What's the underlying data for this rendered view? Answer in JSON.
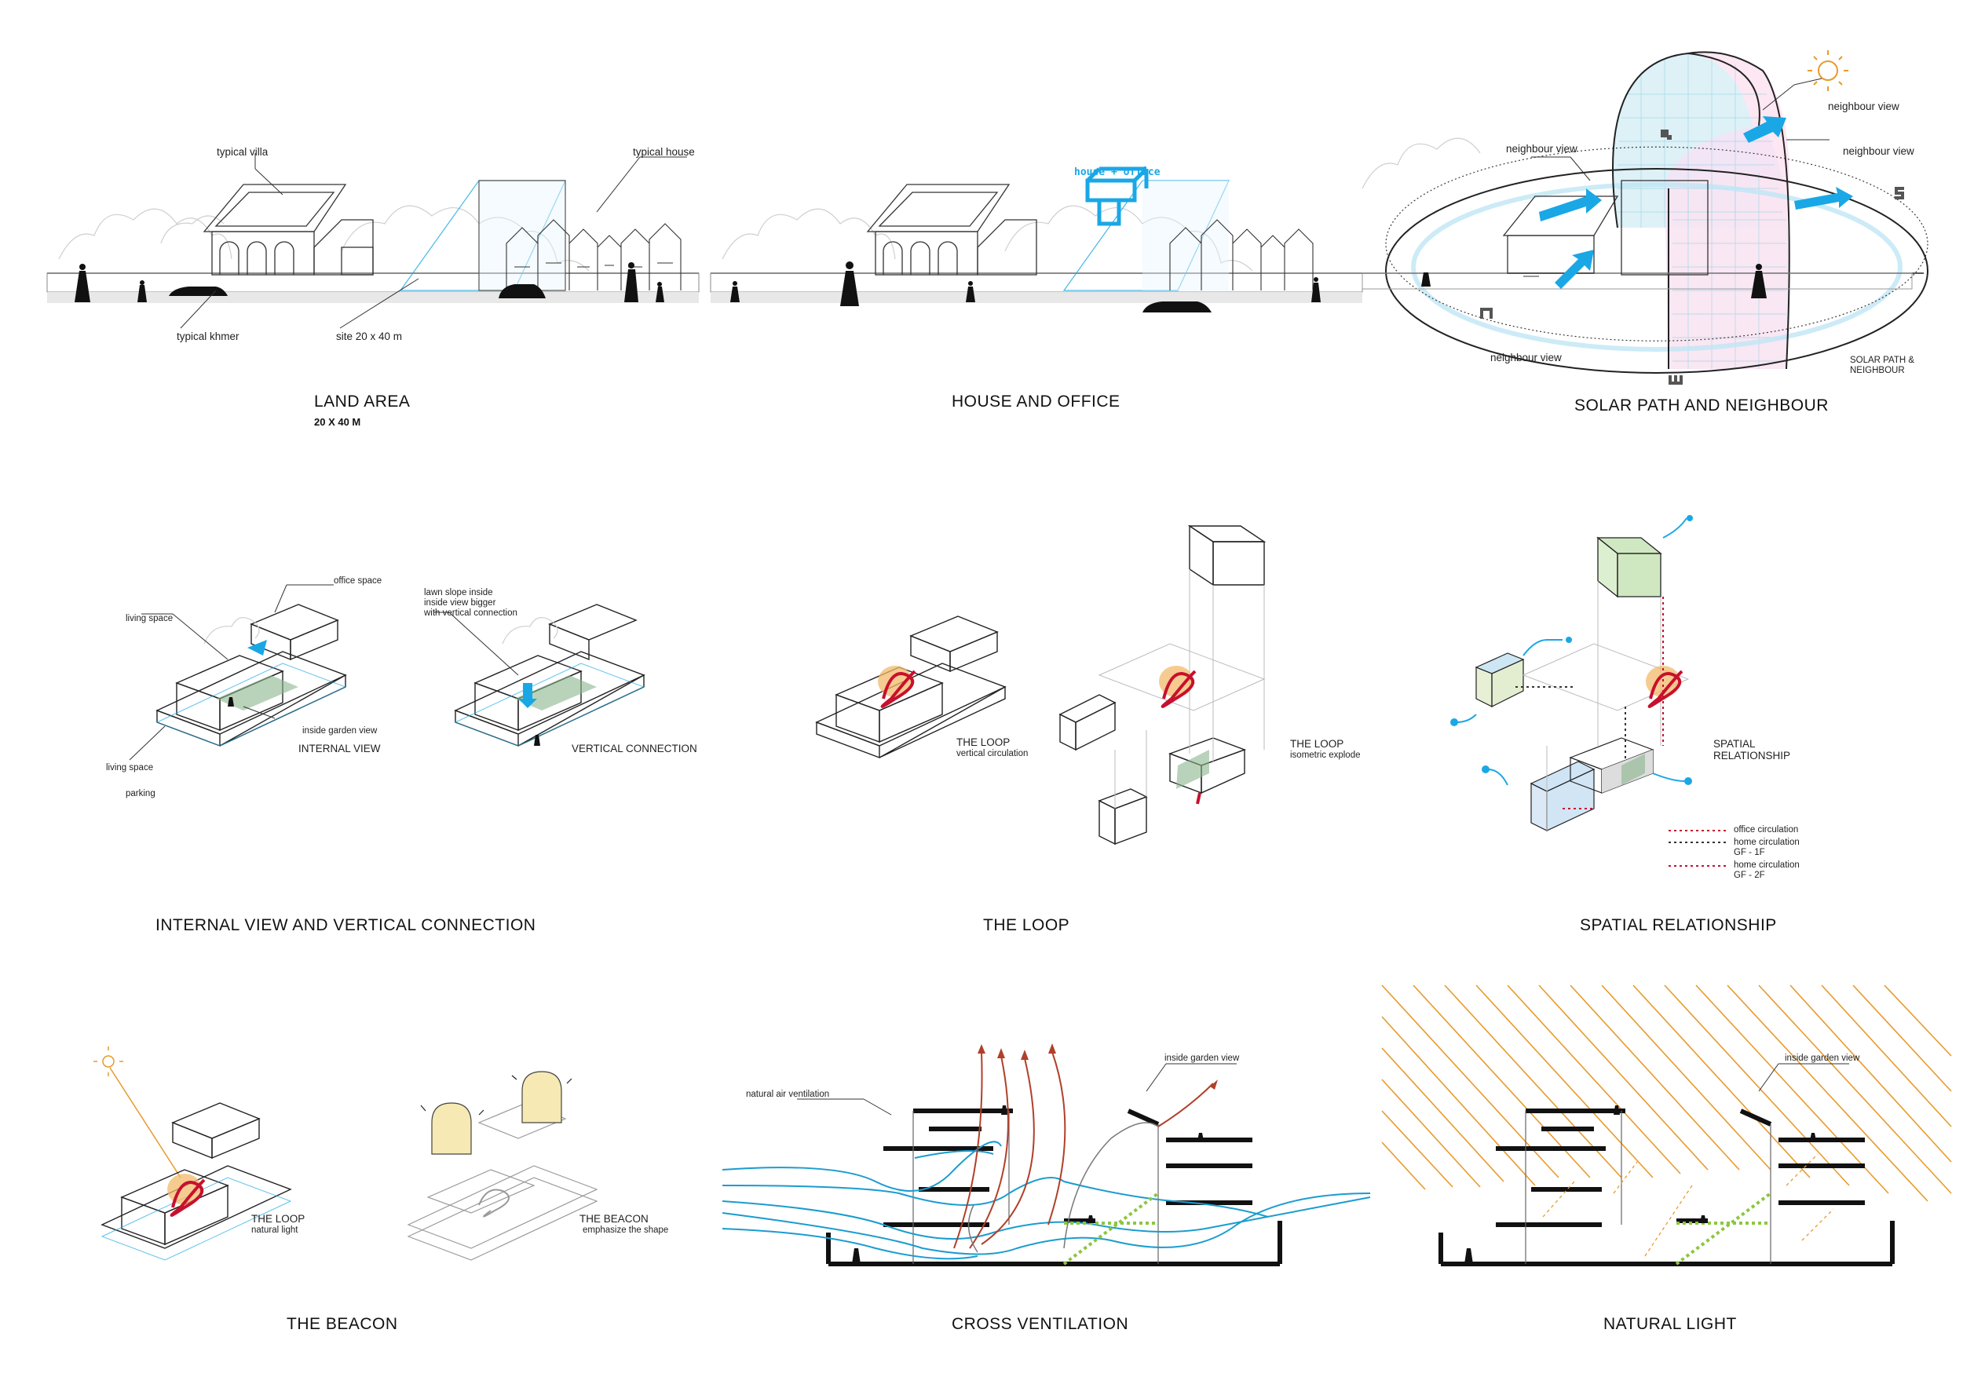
{
  "panels": {
    "land_area": {
      "title": "LAND AREA",
      "subtitle": "20 X 40 M",
      "labels": {
        "typical_villa": "typical villa",
        "typical_house": "typical house",
        "typical_khmer": "typical khmer",
        "site": "site 20 x 40 m"
      }
    },
    "house_office": {
      "title": "HOUSE AND OFFICE",
      "tag": "house + office"
    },
    "solar_path": {
      "title": "SOLAR PATH AND NEIGHBOUR",
      "labels": {
        "neighbour_view_1": "neighbour view",
        "neighbour_view_2": "neighbour view",
        "neighbour_view_3": "neighbour view",
        "neighbour_view_4": "neighbour view",
        "solar_path_note_1": "SOLAR PATH &",
        "solar_path_note_2": "NEIGHBOUR"
      }
    },
    "internal_view": {
      "title": "INTERNAL VIEW AND VERTICAL CONNECTION",
      "labels": {
        "office_space": "office space",
        "living_space_top": "living space",
        "inside_garden_view": "inside garden view",
        "internal_view": "INTERNAL VIEW",
        "living_space_bottom": "living space",
        "parking": "parking",
        "lawn_1": "lawn slope inside",
        "lawn_2": "inside view bigger",
        "lawn_3": "with vertical connection",
        "vertical_connection": "VERTICAL CONNECTION"
      }
    },
    "the_loop": {
      "title": "THE LOOP",
      "labels": {
        "loop_a": "THE LOOP",
        "loop_a_sub": "vertical circulation",
        "loop_b": "THE LOOP",
        "loop_b_sub": "isometric explode"
      }
    },
    "spatial": {
      "title": "SPATIAL RELATIONSHIP",
      "labels": {
        "spatial_1": "SPATIAL",
        "spatial_2": "RELATIONSHIP",
        "legend_office": "office circulation",
        "legend_home1_a": "home circulation",
        "legend_home1_b": "GF - 1F",
        "legend_home2_a": "home circulation",
        "legend_home2_b": "GF - 2F"
      }
    },
    "beacon": {
      "title": "THE BEACON",
      "labels": {
        "loop": "THE LOOP",
        "loop_sub": "natural light",
        "beacon": "THE BEACON",
        "beacon_sub": "emphasize the shape"
      }
    },
    "cross_vent": {
      "title": "CROSS VENTILATION",
      "labels": {
        "natural_air": "natural air ventilation",
        "inside_garden": "inside garden view"
      }
    },
    "natural_light": {
      "title": "NATURAL LIGHT",
      "labels": {
        "inside_garden": "inside garden view"
      }
    }
  },
  "colors": {
    "blue": "#1aa7e6",
    "red": "#c8102e",
    "orange": "#e89a2c",
    "green": "#8cc63f",
    "line": "#222222",
    "tree": "#cfcfcf"
  }
}
